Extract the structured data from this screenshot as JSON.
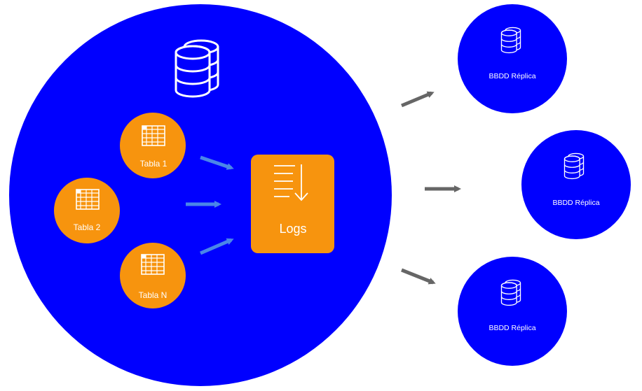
{
  "colors": {
    "main_circle": "#0000ff",
    "replica_circle": "#0000ff",
    "table_node": "#f7940e",
    "logs_box": "#f7940e",
    "inner_arrow": "#4a86e8",
    "outer_arrow": "#666666",
    "icon_stroke": "#ffffff"
  },
  "icons": {
    "main_db": "database-icon",
    "table": "table-grid-icon",
    "logs": "log-lines-arrow-down-icon",
    "replica_db": "database-icon"
  },
  "tables": [
    {
      "label": "Tabla 1"
    },
    {
      "label": "Tabla 2"
    },
    {
      "label": "Tabla N"
    }
  ],
  "logs": {
    "label": "Logs"
  },
  "replicas": [
    {
      "label": "BBDD Réplica"
    },
    {
      "label": "BBDD Réplica"
    },
    {
      "label": "BBDD Réplica"
    }
  ]
}
